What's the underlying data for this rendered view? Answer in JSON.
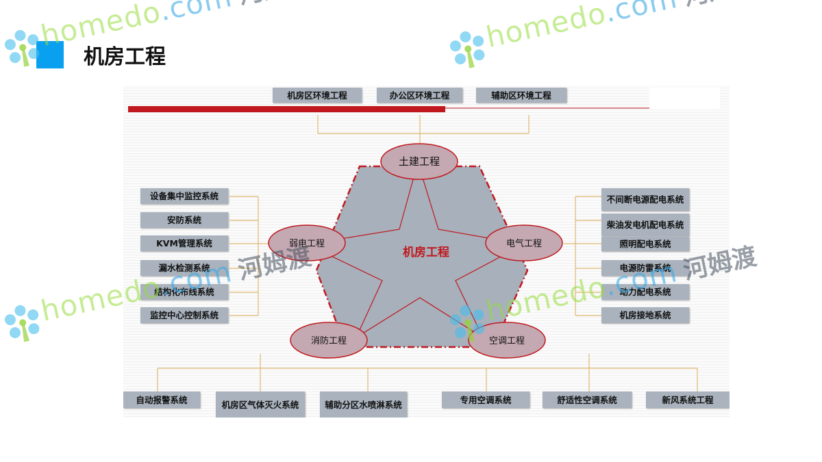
{
  "page": {
    "title": "机房工程"
  },
  "diagram": {
    "center_label": "机房工程",
    "top_boxes": [
      "机房区环境工程",
      "办公区环境工程",
      "辅助区环境工程"
    ],
    "nodes": {
      "top": "土建工程",
      "left": "弱电工程",
      "right": "电气工程",
      "bottom_left": "消防工程",
      "bottom_right": "空调工程"
    },
    "left_boxes": [
      "设备集中监控系统",
      "安防系统",
      "KVM管理系统",
      "漏水检测系统",
      "结构化布线系统",
      "监控中心控制系统"
    ],
    "right_boxes": [
      "不间断电源配电系统",
      "柴油发电机配电系统",
      "照明配电系统",
      "电源防雷系统",
      "动力配电系统",
      "机房接地系统"
    ],
    "bottom_boxes": [
      "自动报警系统",
      "机房区气体灭火系统",
      "辅助分区水喷淋系统",
      "专用空调系统",
      "舒适性空调系统",
      "新风系统工程"
    ]
  },
  "watermark": {
    "brand_left": "home",
    "brand_accent": "do",
    "brand_right": ".com",
    "chinese": "河姆渡"
  },
  "colors": {
    "accent_blue": "#0aa0f0",
    "shape_fill": "#a7b0bb",
    "red_line": "#c0181e",
    "connector": "#e0b870",
    "node_fill": "#c4a9b2"
  }
}
